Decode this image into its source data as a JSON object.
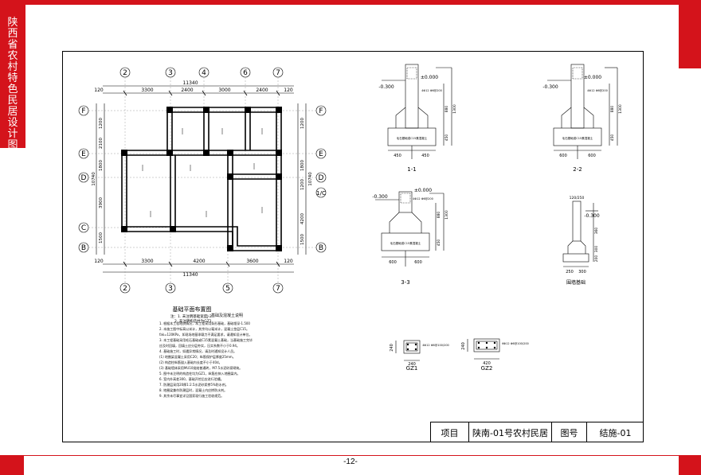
{
  "sidebar": {
    "title": "陕西省农村特色民居设计图集"
  },
  "plan": {
    "axes_top": [
      "2",
      "3",
      "4",
      "6",
      "7"
    ],
    "axes_bottom": [
      "2",
      "3",
      "5",
      "7"
    ],
    "axes_left": [
      "F",
      "E",
      "D",
      "C",
      "B"
    ],
    "axes_right": [
      "F",
      "E",
      "D",
      "1/C",
      "B"
    ],
    "overall": "11340",
    "top_spans": [
      "120",
      "3300",
      "2400",
      "3000",
      "2400",
      "120"
    ],
    "bottom_spans": [
      "120",
      "3300",
      "4200",
      "3600",
      "120"
    ],
    "left_spans": [
      "120",
      "1200",
      "2100",
      "1800",
      "3900",
      "1500",
      "120"
    ],
    "left_total": "10740",
    "right_spans": [
      "1200",
      "1800",
      "1200",
      "4200",
      "1500",
      "120"
    ],
    "right_total": "10740",
    "caption": "基础平面布置图",
    "notes": [
      "注：1. 未注明基础宽度J-2",
      "2. 未注明构造柱为GZ1"
    ]
  },
  "details": {
    "d1": {
      "label": "1-1",
      "elev_top": "±0.000",
      "elev_mid": "-0.300",
      "w_left": "450",
      "w_right": "450",
      "dims": [
        "880",
        "1300",
        "450"
      ],
      "rebar": "4Φ12 Φ6@200",
      "base_note": "毛石基础或C15素混凝土"
    },
    "d2": {
      "label": "2-2",
      "elev_top": "±0.000",
      "elev_mid": "-0.300",
      "w_left": "600",
      "w_right": "600",
      "dims": [
        "880",
        "1300",
        "450"
      ],
      "rebar": "4Φ12 Φ6@200",
      "base_note": "毛石基础或C15素混凝土"
    },
    "d3": {
      "label": "3-3",
      "elev_top": "±0.000",
      "elev_mid": "-0.300",
      "w_left": "600",
      "w_right": "600",
      "dims": [
        "880",
        "1300",
        "450"
      ],
      "rebar": "4Φ12 Φ6@200",
      "base_note": "毛石基础或C15素混凝土"
    },
    "d4": {
      "label": "围墙基础",
      "elev_mid": "-0.300",
      "top": "120/250",
      "w_left": "250",
      "w_right": "300",
      "dims": [
        "360",
        "300",
        "200"
      ]
    }
  },
  "columns": {
    "gz1": {
      "label": "GZ1",
      "size": "240",
      "rebar": "4Φ12 Φ6@100/200"
    },
    "gz2": {
      "label": "GZ2",
      "size": "240",
      "width": "420",
      "rebar": "6Φ12 Φ6@100/200"
    }
  },
  "notes_block": {
    "title": "基础及混凝土说明",
    "lines": [
      "1. 根据本工程地质情况，本工程采用条形基础，基础埋深-1.500",
      "2. 本施工图中标高以米计，其余均以毫米计，混凝土垫层C15。",
      "   fak=120KPa，如现场地基承载力不满足要求，请通知设计单位。",
      "3. 本工程基础采用毛石基础或C15素混凝土基础，当基础施工完毕",
      "   应及时回填，回填土应分层夯实，压实系数不小于0.94。",
      "4. 基础施工时，如遇异常情况，请及时通知设计人员。",
      "   (1) 地圈梁混凝土采用C20；纵筋保护层厚度25mm。",
      "   (2) 构造柱纵筋锚入基础内长度不小于40d。",
      "   (3) 基础墙体采用MU10烧结普通砖，M7.5水泥砂浆砌筑。",
      "5. 图中未注明的构造柱均为GZ1，纵筋应伸入地圈梁内。",
      "6. 室内外高差300，基础开挖后应进行验槽。",
      "7. 防潮层采用20厚1:2.5水泥砂浆掺5%防水剂。",
      "8. 地圈梁兼作防潮层时，混凝土内应掺防水剂。",
      "9. 其余未尽事宜详见国家现行施工验收规范。"
    ]
  },
  "title_block": {
    "label1": "项目",
    "project": "陕南-01号农村民居",
    "label2": "图号",
    "drawing_no": "结施-01"
  },
  "footer": {
    "page": "-12-"
  },
  "colors": {
    "brand_red": "#d4131b",
    "line": "#000000"
  }
}
